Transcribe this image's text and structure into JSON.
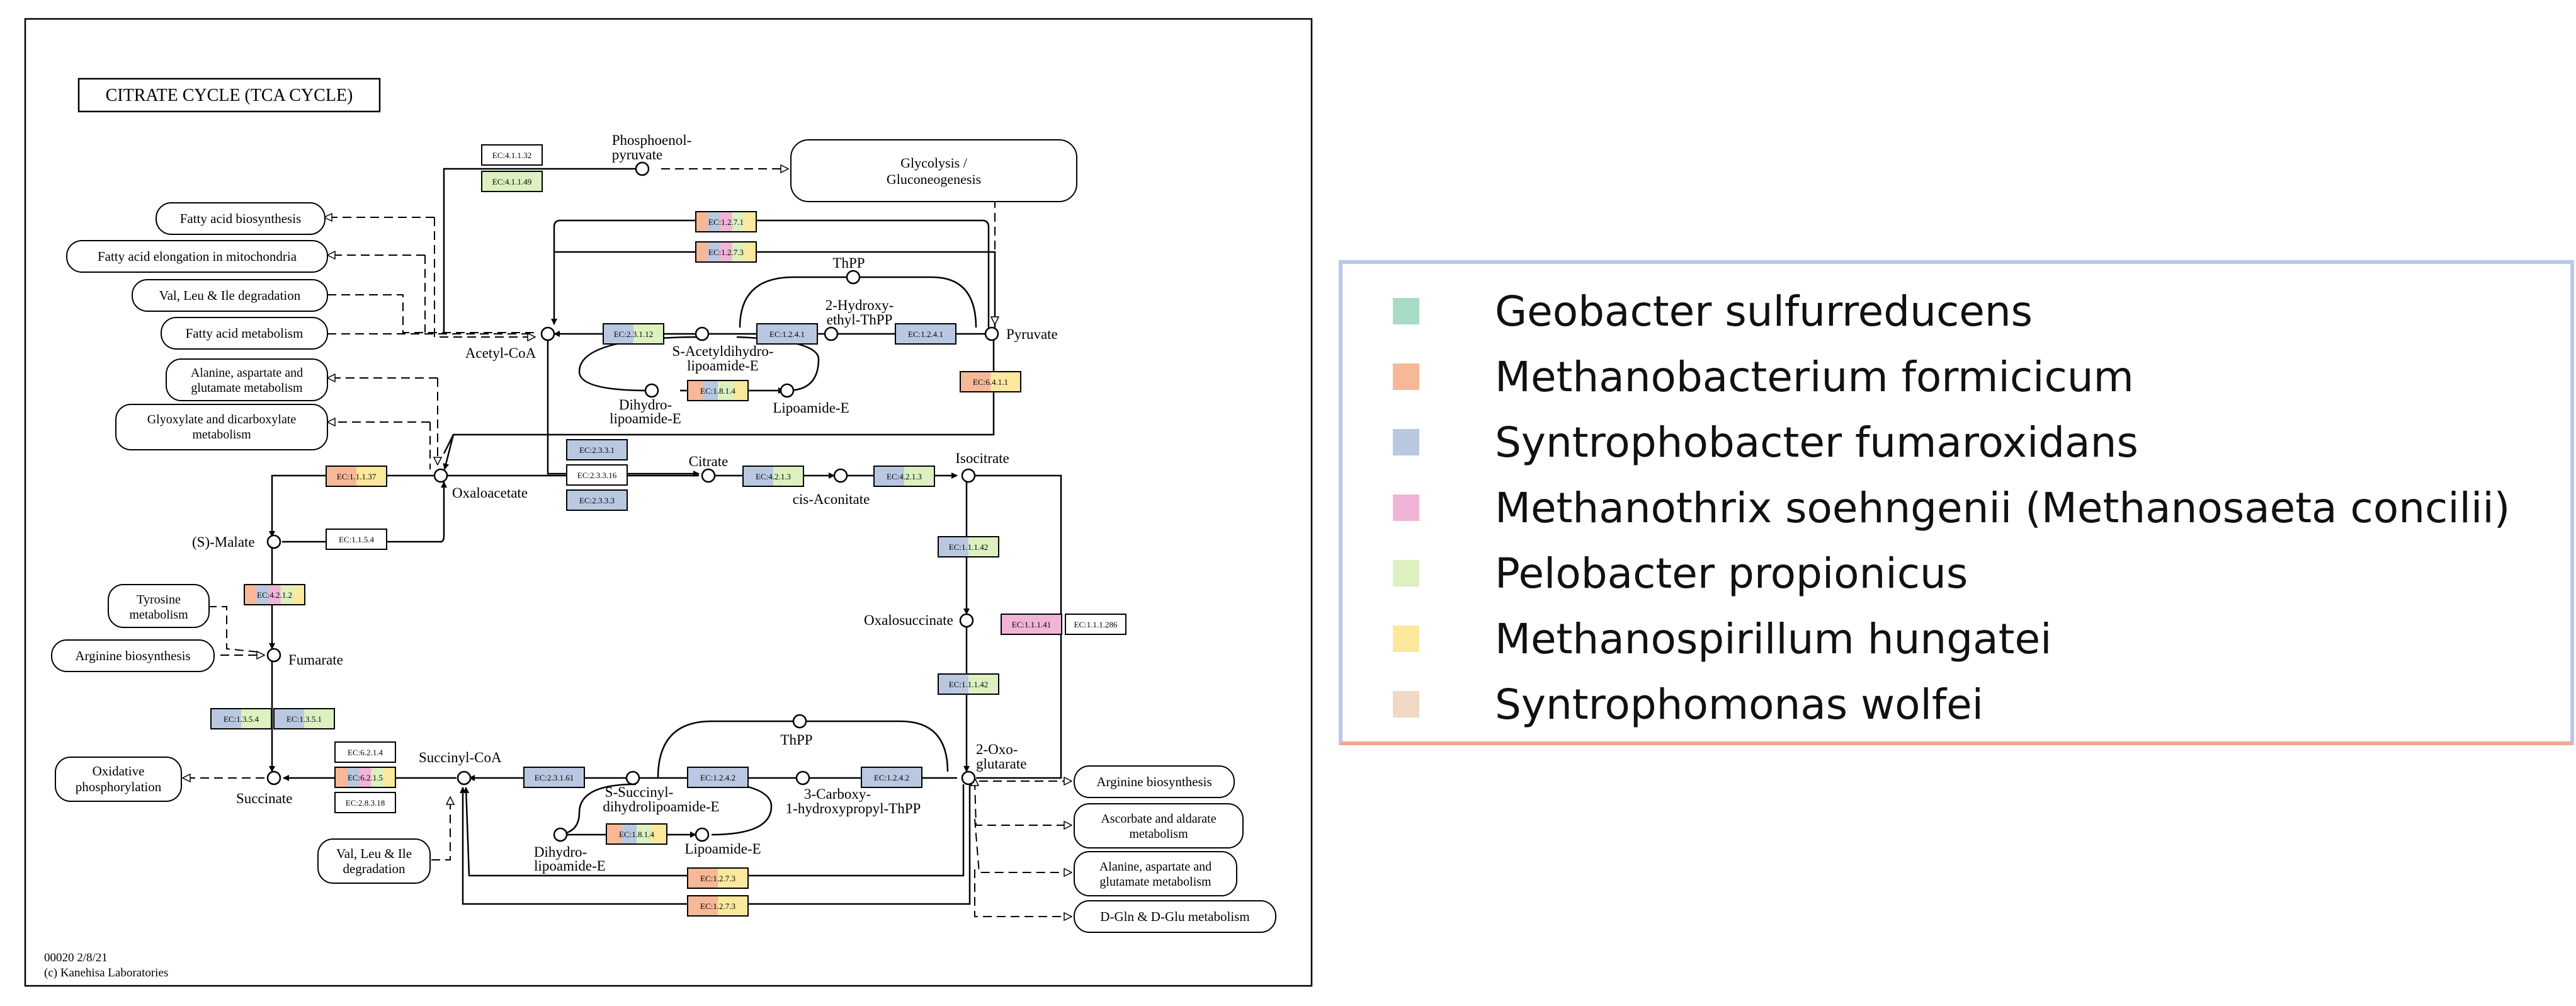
{
  "title": "CITRATE CYCLE (TCA CYCLE)",
  "footer": {
    "line1": "00020 2/8/21",
    "line2": "(c) Kanehisa Laboratories"
  },
  "colors": {
    "geobacter": "#a8dcc4",
    "methanobacterium": "#f6b896",
    "syntrophobacter": "#b9c8e0",
    "methanothrix": "#f0b4d6",
    "pelobacter": "#dcf0c0",
    "methanospirillum": "#fbe89c",
    "syntrophomonas": "#efd8c4"
  },
  "legend": [
    {
      "label": "Geobacter sulfurreducens",
      "color": "#a8dcc4"
    },
    {
      "label": "Methanobacterium formicicum",
      "color": "#f6b896"
    },
    {
      "label": "Syntrophobacter fumaroxidans",
      "color": "#b9c8e0"
    },
    {
      "label": "Methanothrix soehngenii (Methanosaeta concilii)",
      "color": "#f0b4d6"
    },
    {
      "label": "Pelobacter propionicus",
      "color": "#dcf0c0"
    },
    {
      "label": "Methanospirillum hungatei",
      "color": "#fbe89c"
    },
    {
      "label": "Syntrophomonas wolfei",
      "color": "#efd8c4"
    }
  ],
  "pathway_links": [
    {
      "id": "fatty-acid-biosynthesis",
      "label": "Fatty acid biosynthesis"
    },
    {
      "id": "fatty-acid-elongation",
      "label": "Fatty acid elongation in mitochondria"
    },
    {
      "id": "val-leu-ile-degradation",
      "label": "Val, Leu & Ile degradation"
    },
    {
      "id": "fatty-acid-metabolism",
      "label": "Fatty acid metabolism"
    },
    {
      "id": "alanine-metabolism-top",
      "label1": "Alanine, aspartate and",
      "label2": "glutamate metabolism"
    },
    {
      "id": "glyoxylate",
      "label1": "Glyoxylate and dicarboxylate",
      "label2": "metabolism"
    },
    {
      "id": "tyrosine",
      "label1": "Tyrosine",
      "label2": "metabolism"
    },
    {
      "id": "arginine-left",
      "label": "Arginine biosynthesis"
    },
    {
      "id": "oxidative-phosphorylation",
      "label1": "Oxidative",
      "label2": "phosphorylation"
    },
    {
      "id": "val-leu-ile-bottom",
      "label1": "Val, Leu & Ile",
      "label2": "degradation"
    },
    {
      "id": "glycolysis",
      "label1": "Glycolysis /",
      "label2": "Gluconeogenesis"
    },
    {
      "id": "arginine-right",
      "label": "Arginine biosynthesis"
    },
    {
      "id": "ascorbate",
      "label1": "Ascorbate and aldarate",
      "label2": "metabolism"
    },
    {
      "id": "alanine-metabolism-bottom",
      "label1": "Alanine, aspartate and",
      "label2": "glutamate metabolism"
    },
    {
      "id": "dgln-dglu",
      "label": "D-Gln & D-Glu metabolism"
    }
  ],
  "compounds": {
    "phosphoenolpyruvate": {
      "line1": "Phosphoenol-",
      "line2": "pyruvate"
    },
    "acetyl_coa": "Acetyl-CoA",
    "pyruvate": "Pyruvate",
    "thpp_top": "ThPP",
    "hydroxyethyl_thpp": {
      "line1": "2-Hydroxy-",
      "line2": "ethyl-ThPP"
    },
    "s_acetyldihydrolipoamide": {
      "line1": "S-Acetyldihydro-",
      "line2": "lipoamide-E"
    },
    "dihydrolipoamide_top": {
      "line1": "Dihydro-",
      "line2": "lipoamide-E"
    },
    "lipoamide_top": "Lipoamide-E",
    "citrate": "Citrate",
    "cis_aconitate": "cis-Aconitate",
    "isocitrate": "Isocitrate",
    "oxaloacetate": "Oxaloacetate",
    "s_malate": "(S)-Malate",
    "oxalosuccinate": "Oxalosuccinate",
    "fumarate": "Fumarate",
    "succinate": "Succinate",
    "succinyl_coa": "Succinyl-CoA",
    "thpp_bottom": "ThPP",
    "oxoglutarate": {
      "line1": "2-Oxo-",
      "line2": "glutarate"
    },
    "s_succinyl_dihydrolipoamide": {
      "line1": "S-Succinyl-",
      "line2": "dihydrolipoamide-E"
    },
    "carboxy_hydroxypropyl_thpp": {
      "line1": "3-Carboxy-",
      "line2": "1-hydroxypropyl-ThPP"
    },
    "dihydrolipoamide_bottom": {
      "line1": "Dihydro-",
      "line2": "lipoamide-E"
    },
    "lipoamide_bottom": "Lipoamide-E"
  },
  "enzymes": [
    {
      "id": "e1",
      "label": "EC:4.1.1.32",
      "colors": []
    },
    {
      "id": "e2",
      "label": "EC:4.1.1.49",
      "colors": [
        "#dcf0c0"
      ]
    },
    {
      "id": "e3",
      "label": "EC:1.2.7.1",
      "colors": [
        "#f6b896",
        "#b9c8e0",
        "#f0b4d6",
        "#dcf0c0",
        "#fbe89c"
      ]
    },
    {
      "id": "e4",
      "label": "EC:1.2.7.3",
      "colors": [
        "#f6b896",
        "#b9c8e0",
        "#f0b4d6",
        "#dcf0c0",
        "#fbe89c"
      ]
    },
    {
      "id": "e5",
      "label": "EC:2.3.1.12",
      "colors": [
        "#b9c8e0",
        "#dcf0c0"
      ]
    },
    {
      "id": "e6",
      "label": "EC:1.2.4.1",
      "colors": [
        "#b9c8e0"
      ]
    },
    {
      "id": "e7",
      "label": "EC:1.2.4.1",
      "colors": [
        "#b9c8e0"
      ]
    },
    {
      "id": "e8",
      "label": "EC:1.8.1.4",
      "colors": [
        "#f6b896",
        "#b9c8e0",
        "#dcf0c0",
        "#fbe89c"
      ]
    },
    {
      "id": "e9",
      "label": "EC:6.4.1.1",
      "colors": [
        "#f6b896",
        "#fbe89c"
      ]
    },
    {
      "id": "e10",
      "label": "EC:2.3.3.1",
      "colors": [
        "#b9c8e0"
      ]
    },
    {
      "id": "e11",
      "label": "EC:2.3.3.16",
      "colors": []
    },
    {
      "id": "e12",
      "label": "EC:2.3.3.3",
      "colors": [
        "#b9c8e0"
      ]
    },
    {
      "id": "e13",
      "label": "EC:4.2.1.3",
      "colors": [
        "#b9c8e0",
        "#dcf0c0"
      ]
    },
    {
      "id": "e14",
      "label": "EC:4.2.1.3",
      "colors": [
        "#b9c8e0",
        "#dcf0c0"
      ]
    },
    {
      "id": "e15",
      "label": "EC:1.1.1.37",
      "colors": [
        "#f6b896",
        "#fbe89c"
      ]
    },
    {
      "id": "e16",
      "label": "EC:1.1.5.4",
      "colors": []
    },
    {
      "id": "e17",
      "label": "EC:1.1.1.42",
      "colors": [
        "#b9c8e0",
        "#dcf0c0"
      ]
    },
    {
      "id": "e18",
      "label": "EC:1.1.1.41",
      "colors": [
        "#f0b4d6"
      ]
    },
    {
      "id": "e19",
      "label": "EC:1.1.1.286",
      "colors": []
    },
    {
      "id": "e20",
      "label": "EC:1.1.1.42",
      "colors": [
        "#b9c8e0",
        "#dcf0c0"
      ]
    },
    {
      "id": "e21",
      "label": "EC:4.2.1.2",
      "colors": [
        "#f6b896",
        "#b9c8e0",
        "#f0b4d6",
        "#dcf0c0",
        "#fbe89c"
      ]
    },
    {
      "id": "e22",
      "label": "EC:1.3.5.4",
      "colors": [
        "#b9c8e0",
        "#dcf0c0"
      ]
    },
    {
      "id": "e23",
      "label": "EC:1.3.5.1",
      "colors": [
        "#b9c8e0",
        "#dcf0c0"
      ]
    },
    {
      "id": "e24",
      "label": "EC:6.2.1.4",
      "colors": []
    },
    {
      "id": "e25",
      "label": "EC:6.2.1.5",
      "colors": [
        "#f6b896",
        "#b9c8e0",
        "#f0b4d6",
        "#dcf0c0",
        "#fbe89c"
      ]
    },
    {
      "id": "e26",
      "label": "EC:2.8.3.18",
      "colors": []
    },
    {
      "id": "e27",
      "label": "EC:2.3.1.61",
      "colors": [
        "#b9c8e0"
      ]
    },
    {
      "id": "e28",
      "label": "EC:1.2.4.2",
      "colors": [
        "#b9c8e0"
      ]
    },
    {
      "id": "e29",
      "label": "EC:1.2.4.2",
      "colors": [
        "#b9c8e0"
      ]
    },
    {
      "id": "e30",
      "label": "EC:1.8.1.4",
      "colors": [
        "#f6b896",
        "#b9c8e0",
        "#dcf0c0",
        "#fbe89c"
      ]
    },
    {
      "id": "e31",
      "label": "EC:1.2.7.3",
      "colors": [
        "#f6b896",
        "#fbe89c"
      ]
    },
    {
      "id": "e32",
      "label": "EC:1.2.7.3",
      "colors": [
        "#f6b896",
        "#fbe89c"
      ]
    }
  ]
}
